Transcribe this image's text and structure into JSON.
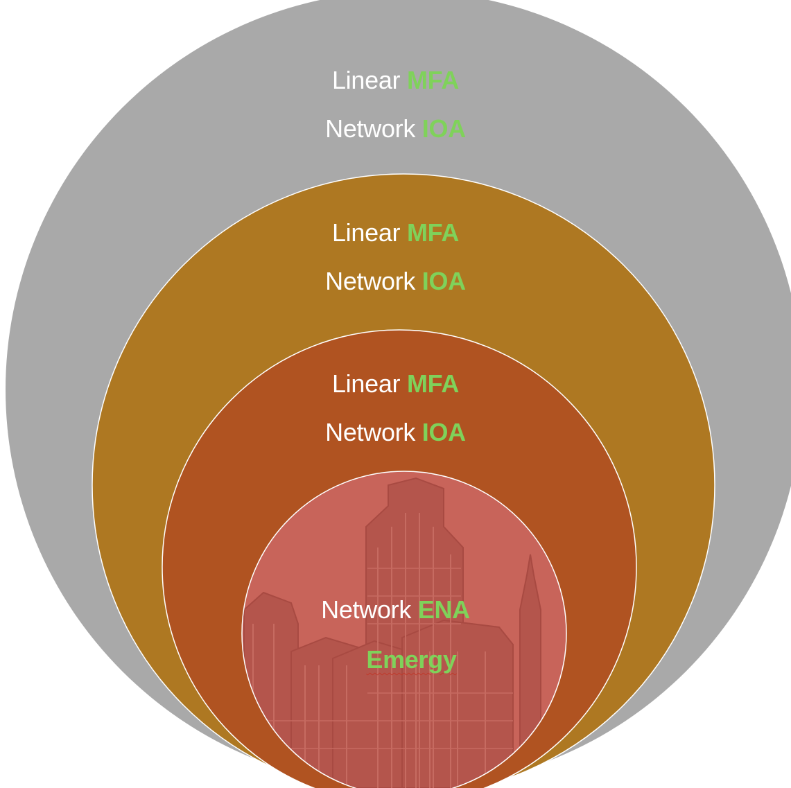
{
  "colors": {
    "outer_ring": "#a9a9a9",
    "second_ring": "#ae7822",
    "third_ring": "#b05321",
    "inner_city": "#c8645a",
    "label_plain": "#ffffff",
    "label_accent": "#7fd25a"
  },
  "rings": [
    {
      "line1_word": "Linear",
      "line1_accent": "MFA",
      "line2_word": "Network",
      "line2_accent": "IOA"
    },
    {
      "line1_word": "Linear",
      "line1_accent": "MFA",
      "line2_word": "Network",
      "line2_accent": "IOA"
    },
    {
      "line1_word": "Linear",
      "line1_accent": "MFA",
      "line2_word": "Network",
      "line2_accent": "IOA"
    }
  ],
  "center": {
    "line1_word": "Network",
    "line1_accent": "ENA",
    "line2_accent": "Emergy",
    "background_icon": "city-skyline-icon"
  }
}
